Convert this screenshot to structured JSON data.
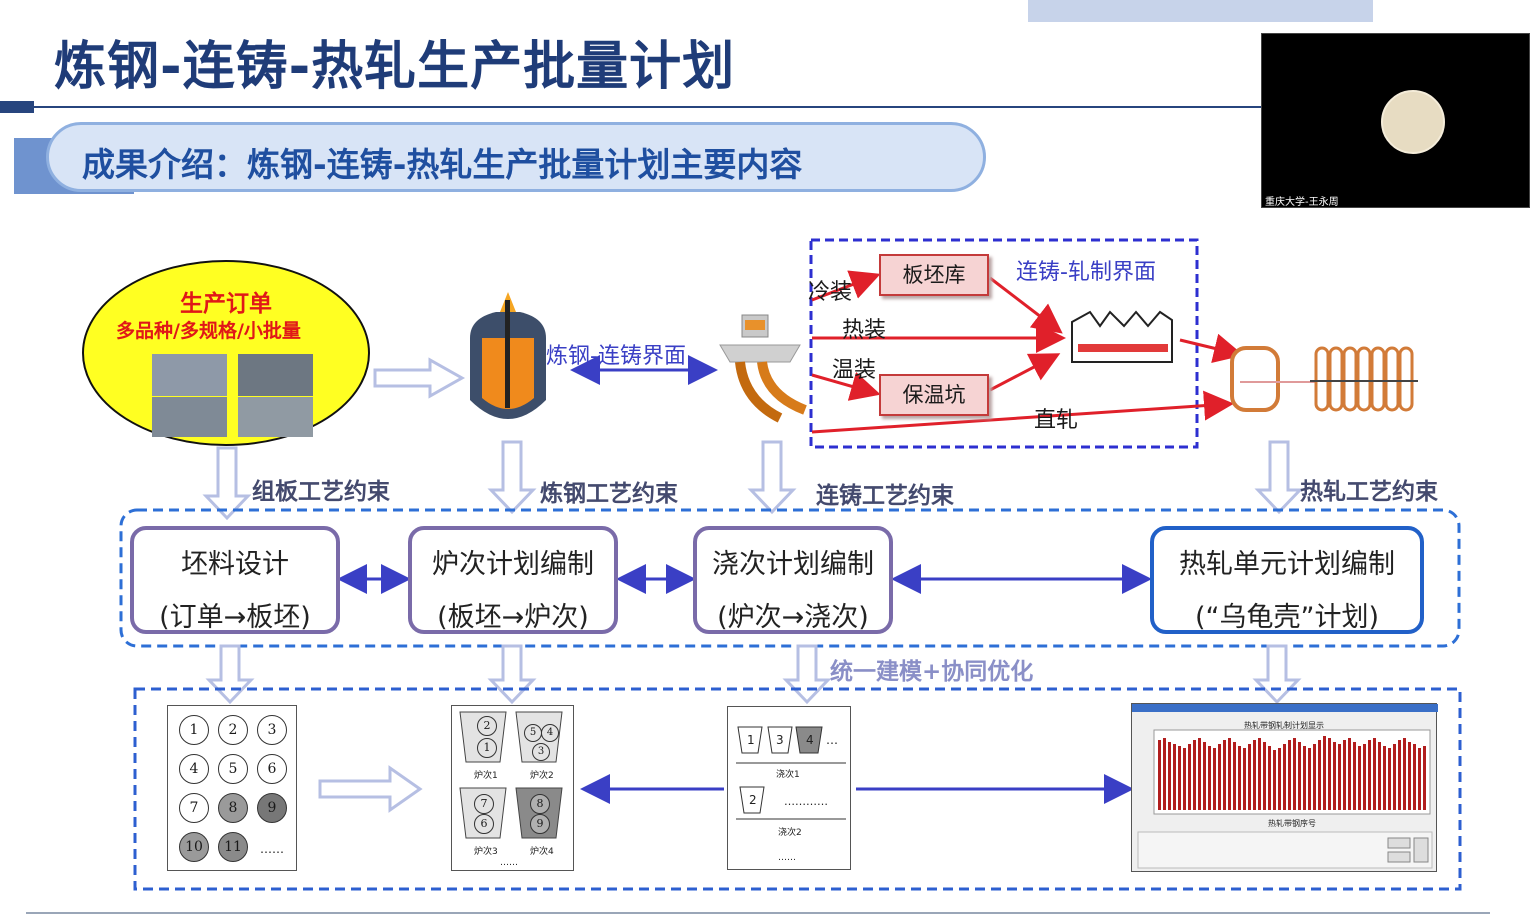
{
  "header": {
    "title": "炼钢-连铸-热轧生产批量计划",
    "banner": "成果介绍：炼钢-连铸-热轧生产批量计划主要内容"
  },
  "video": {
    "speaker_label": "重庆大学-王永周"
  },
  "order": {
    "title": "生产订单",
    "subtitle": "多品种/多规格/小批量"
  },
  "interfaces": {
    "steel_caster": "炼钢-连铸界面",
    "caster_rolling": "连铸-轧制界面"
  },
  "routes": {
    "cold": "冷装",
    "hot": "热装",
    "warm": "温装",
    "direct": "直轧",
    "slab_yard": "板坯库",
    "holding_pit": "保温坑"
  },
  "constraints": {
    "grouping": "组板工艺约束",
    "steelmaking": "炼钢工艺约束",
    "casting": "连铸工艺约束",
    "hot_rolling": "热轧工艺约束"
  },
  "processes": [
    {
      "title": "坯料设计",
      "sub": "(订单→板坯)"
    },
    {
      "title": "炉次计划编制",
      "sub": "(板坯→炉次)"
    },
    {
      "title": "浇次计划编制",
      "sub": "(炉次→浇次)"
    },
    {
      "title": "热轧单元计划编制",
      "sub": "(“乌龟壳”计划)"
    }
  ],
  "unified": "统一建模+协同优化",
  "slabs_panel": {
    "items": [
      "1",
      "2",
      "3",
      "4",
      "5",
      "6",
      "7",
      "8",
      "9",
      "10",
      "11"
    ],
    "ellipsis": "……"
  },
  "heats_panel": {
    "heat1": [
      "2",
      "1"
    ],
    "heat1_label": "炉次1",
    "heat2": [
      "5",
      "4",
      "3"
    ],
    "heat2_label": "炉次2",
    "heat3": [
      "7",
      "6"
    ],
    "heat3_label": "炉次3",
    "heat4": [
      "8",
      "9"
    ],
    "heat4_label": "炉次4",
    "ellipsis": "……"
  },
  "casts_panel": {
    "cast1": [
      "1",
      "3",
      "4"
    ],
    "cast1_more": "…",
    "cast1_label": "浇次1",
    "cast2": [
      "2"
    ],
    "cast2_more": "…………",
    "cast2_label": "浇次2",
    "ellipsis": "……"
  },
  "rolling_panel": {
    "chart_title": "热轧带钢轧制计划显示",
    "xlabel": "热轧带钢序号"
  },
  "colors": {
    "title": "#1f3c78",
    "accent_red": "#e01818",
    "arrow_blue": "#3a3fc5",
    "arrow_red": "#e0202a"
  }
}
